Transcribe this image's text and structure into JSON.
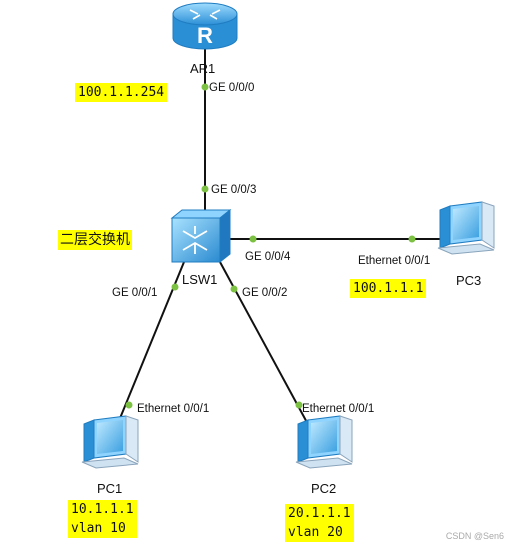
{
  "colors": {
    "link": "#111111",
    "port_dot": "#7cc142",
    "highlight": "#ffff00",
    "device_blue": "#3aa8e8"
  },
  "devices": {
    "ar1": {
      "name": "AR1",
      "icon": "router-icon"
    },
    "lsw1": {
      "name": "LSW1",
      "icon": "switch-icon"
    },
    "pc1": {
      "name": "PC1",
      "icon": "pc-icon"
    },
    "pc2": {
      "name": "PC2",
      "icon": "pc-icon"
    },
    "pc3": {
      "name": "PC3",
      "icon": "pc-icon"
    }
  },
  "ports": {
    "ar1_ge000": "GE 0/0/0",
    "lsw1_ge003": "GE 0/0/3",
    "lsw1_ge004": "GE 0/0/4",
    "lsw1_ge001": "GE 0/0/1",
    "lsw1_ge002": "GE 0/0/2",
    "pc1_eth": "Ethernet 0/0/1",
    "pc2_eth": "Ethernet 0/0/1",
    "pc3_eth": "Ethernet 0/0/1"
  },
  "notes": {
    "switch_label": "二层交换机",
    "ar1_ip": "100.1.1.254",
    "pc3_ip": "100.1.1.1",
    "pc1_ip": "10.1.1.1",
    "pc1_vlan": "vlan 10",
    "pc2_ip": "20.1.1.1",
    "pc2_vlan": "vlan 20"
  },
  "watermark": "CSDN @Sen6"
}
